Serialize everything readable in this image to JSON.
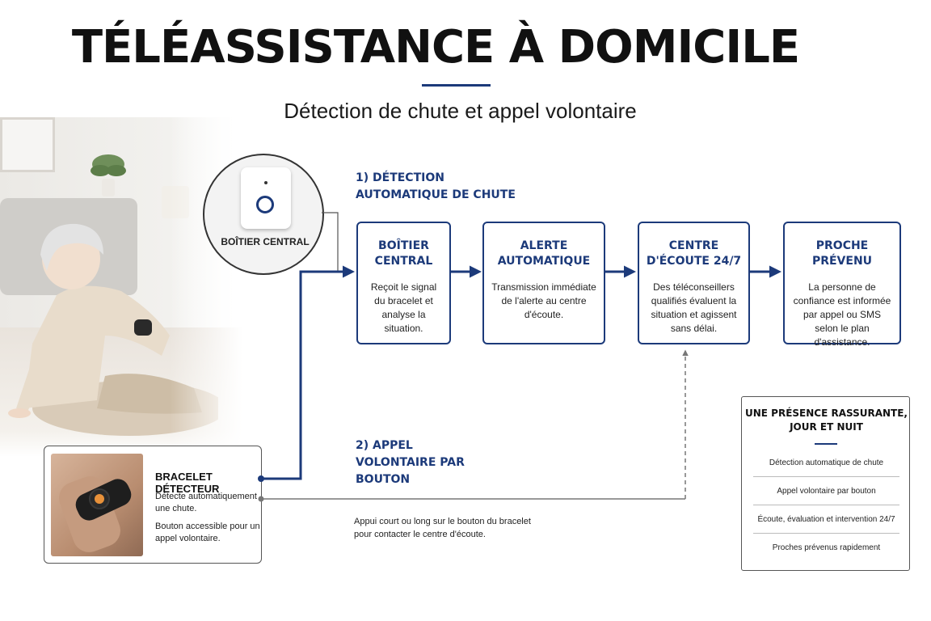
{
  "title": "TÉLÉASSISTANCE À DOMICILE",
  "subtitle": "Détection de chute et appel volontaire",
  "device": {
    "label": "BOÎTIER CENTRAL"
  },
  "section1_title": "1) DÉTECTION AUTOMATIQUE DE CHUTE",
  "section2_title": "2) APPEL VOLONTAIRE PAR BOUTON",
  "flow": [
    {
      "title": "BOÎTIER CENTRAL",
      "desc": "Reçoit le signal du bracelet et analyse la situation."
    },
    {
      "title": "ALERTE AUTOMATIQUE",
      "desc": "Transmission immédiate de l'alerte au centre d'écoute."
    },
    {
      "title": "CENTRE D'ÉCOUTE 24/7",
      "desc": "Des téléconseillers qualifiés évaluent la situation et agissent sans délai."
    },
    {
      "title": "PROCHE PRÉVENU",
      "desc": "La personne de confiance est informée par appel ou SMS selon le plan d'assistance."
    }
  ],
  "bracelet": {
    "title": "BRACELET DÉTECTEUR",
    "desc1": "Détecte automatiquement une chute.",
    "desc2": "Bouton accessible pour un appel volontaire."
  },
  "voluntary_desc": "Appui court ou long sur le bouton du bracelet pour contacter le centre d'écoute.",
  "summary": {
    "title": "UNE PRÉSENCE RASSURANTE, JOUR ET NUIT",
    "items": [
      "Détection automatique de chute",
      "Appel volontaire par bouton",
      "Écoute, évaluation et intervention 24/7",
      "Proches prévenus rapidement"
    ]
  },
  "colors": {
    "accent": "#1c3a7a",
    "connector_gray": "#777777"
  }
}
